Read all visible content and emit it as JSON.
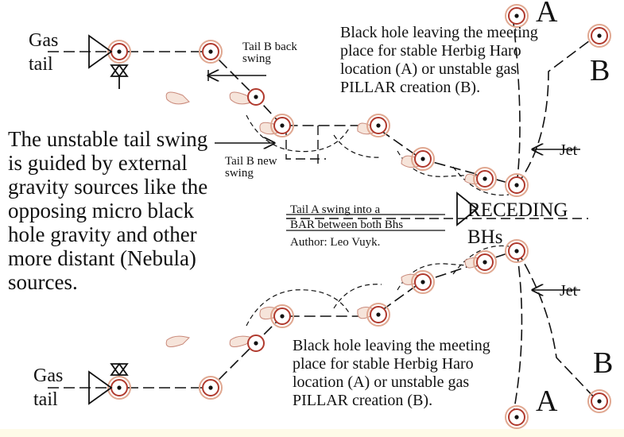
{
  "labels": {
    "gas_tail_top": "Gas\ntail",
    "gas_tail_bottom": "Gas\ntail",
    "tail_b_back": "Tail B back\nswing",
    "tail_b_new": "Tail B new\nswing",
    "tail_a_line1": "Tail A swing into a",
    "tail_a_line2": "BAR between both Bhs",
    "author": "Author: Leo Vuyk.",
    "receding": "RECEDING",
    "bhs": "BHs",
    "jet_top": "Jet",
    "jet_bottom": "Jet",
    "letter_a_top": "A",
    "letter_b_top": "B",
    "letter_a_bottom": "A",
    "letter_b_bottom": "B"
  },
  "notes": {
    "top": "Black hole leaving the meeting\nplace for stable Herbig Haro\nlocation (A) or unstable gas\nPILLAR creation (B).",
    "bottom": "Black hole leaving the meeting\nplace for stable Herbig Haro\nlocation (A) or unstable gas\nPILLAR creation (B).",
    "left": "The unstable tail swing\nis guided by external\ngravity sources like the\nopposing micro black\nhole gravity and other\nmore distant (Nebula)\nsources."
  },
  "colors": {
    "ink": "#111111",
    "black_hole_ring": "#b03a2e",
    "halo": "#e8b9a0",
    "background_strip": "#fefbe8"
  }
}
